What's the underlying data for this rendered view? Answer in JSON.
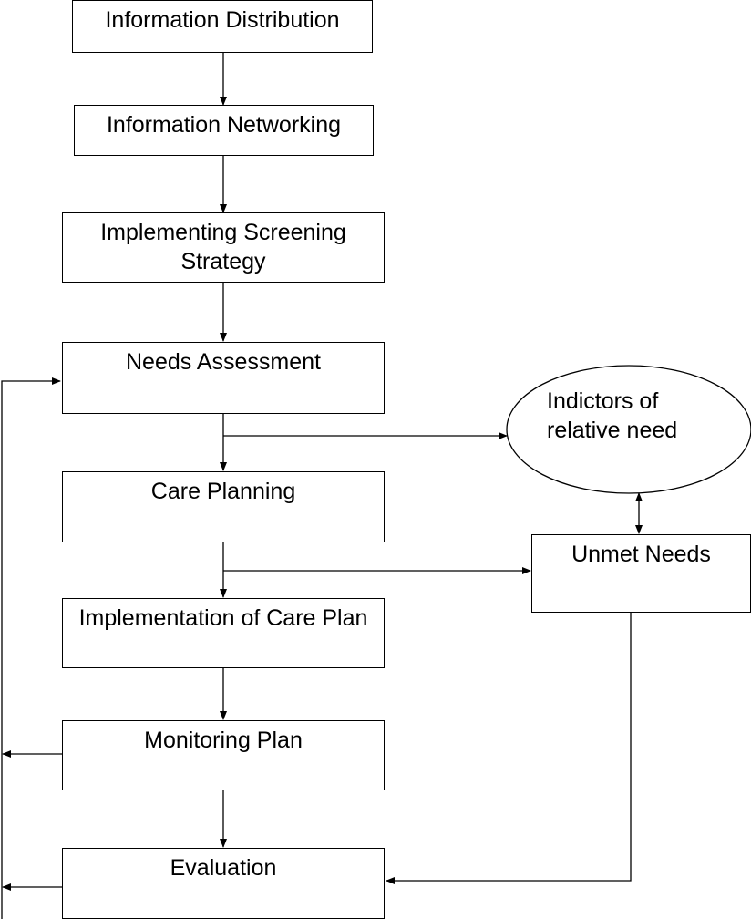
{
  "nodes": {
    "info_distribution": "Information Distribution",
    "info_networking": "Information Networking",
    "screening_strategy": "Implementing Screening Strategy",
    "needs_assessment": "Needs Assessment",
    "care_planning": "Care Planning",
    "implementation_care_plan": "Implementation of Care Plan",
    "monitoring_plan": "Monitoring Plan",
    "evaluation": "Evaluation",
    "unmet_needs": "Unmet Needs",
    "indicators": "Indictors of relative need"
  }
}
